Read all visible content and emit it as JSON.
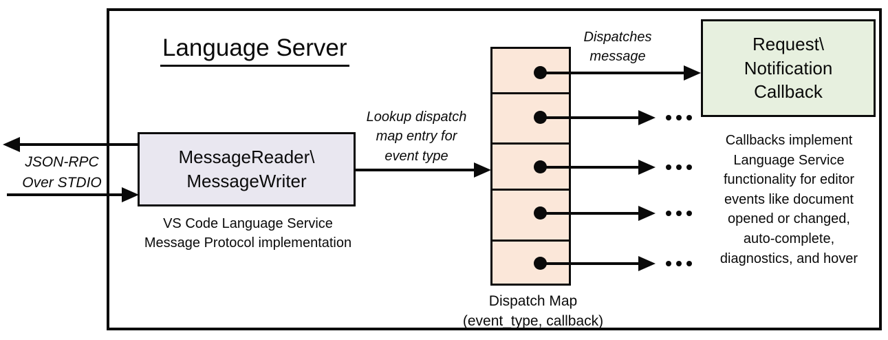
{
  "title": "Language Server",
  "nodes": {
    "message_reader": {
      "line1": "MessageReader\\",
      "line2": "MessageWriter",
      "caption1": "VS Code Language Service",
      "caption2": "Message Protocol implementation"
    },
    "dispatch_map": {
      "rows": 5,
      "caption1": "Dispatch Map",
      "caption2": "(event_type, callback)"
    },
    "callback": {
      "line1": "Request\\",
      "line2": "Notification",
      "line3": "Callback"
    }
  },
  "labels": {
    "json_rpc": {
      "line1": "JSON-RPC",
      "line2": "Over STDIO"
    },
    "lookup": {
      "line1": "Lookup dispatch",
      "line2": "map entry for",
      "line3": "event type"
    },
    "dispatches": {
      "line1": "Dispatches",
      "line2": "message"
    }
  },
  "annotations": {
    "callbacks_note": [
      "Callbacks implement",
      "Language Service",
      "functionality for editor",
      "events like document",
      "opened or changed,",
      "auto-complete,",
      "diagnostics, and hover"
    ]
  },
  "colors": {
    "reader_fill": "#E9E7F0",
    "map_fill": "#FBE7D9",
    "callback_fill": "#E7F0DF",
    "line": "#0a0a0a"
  }
}
